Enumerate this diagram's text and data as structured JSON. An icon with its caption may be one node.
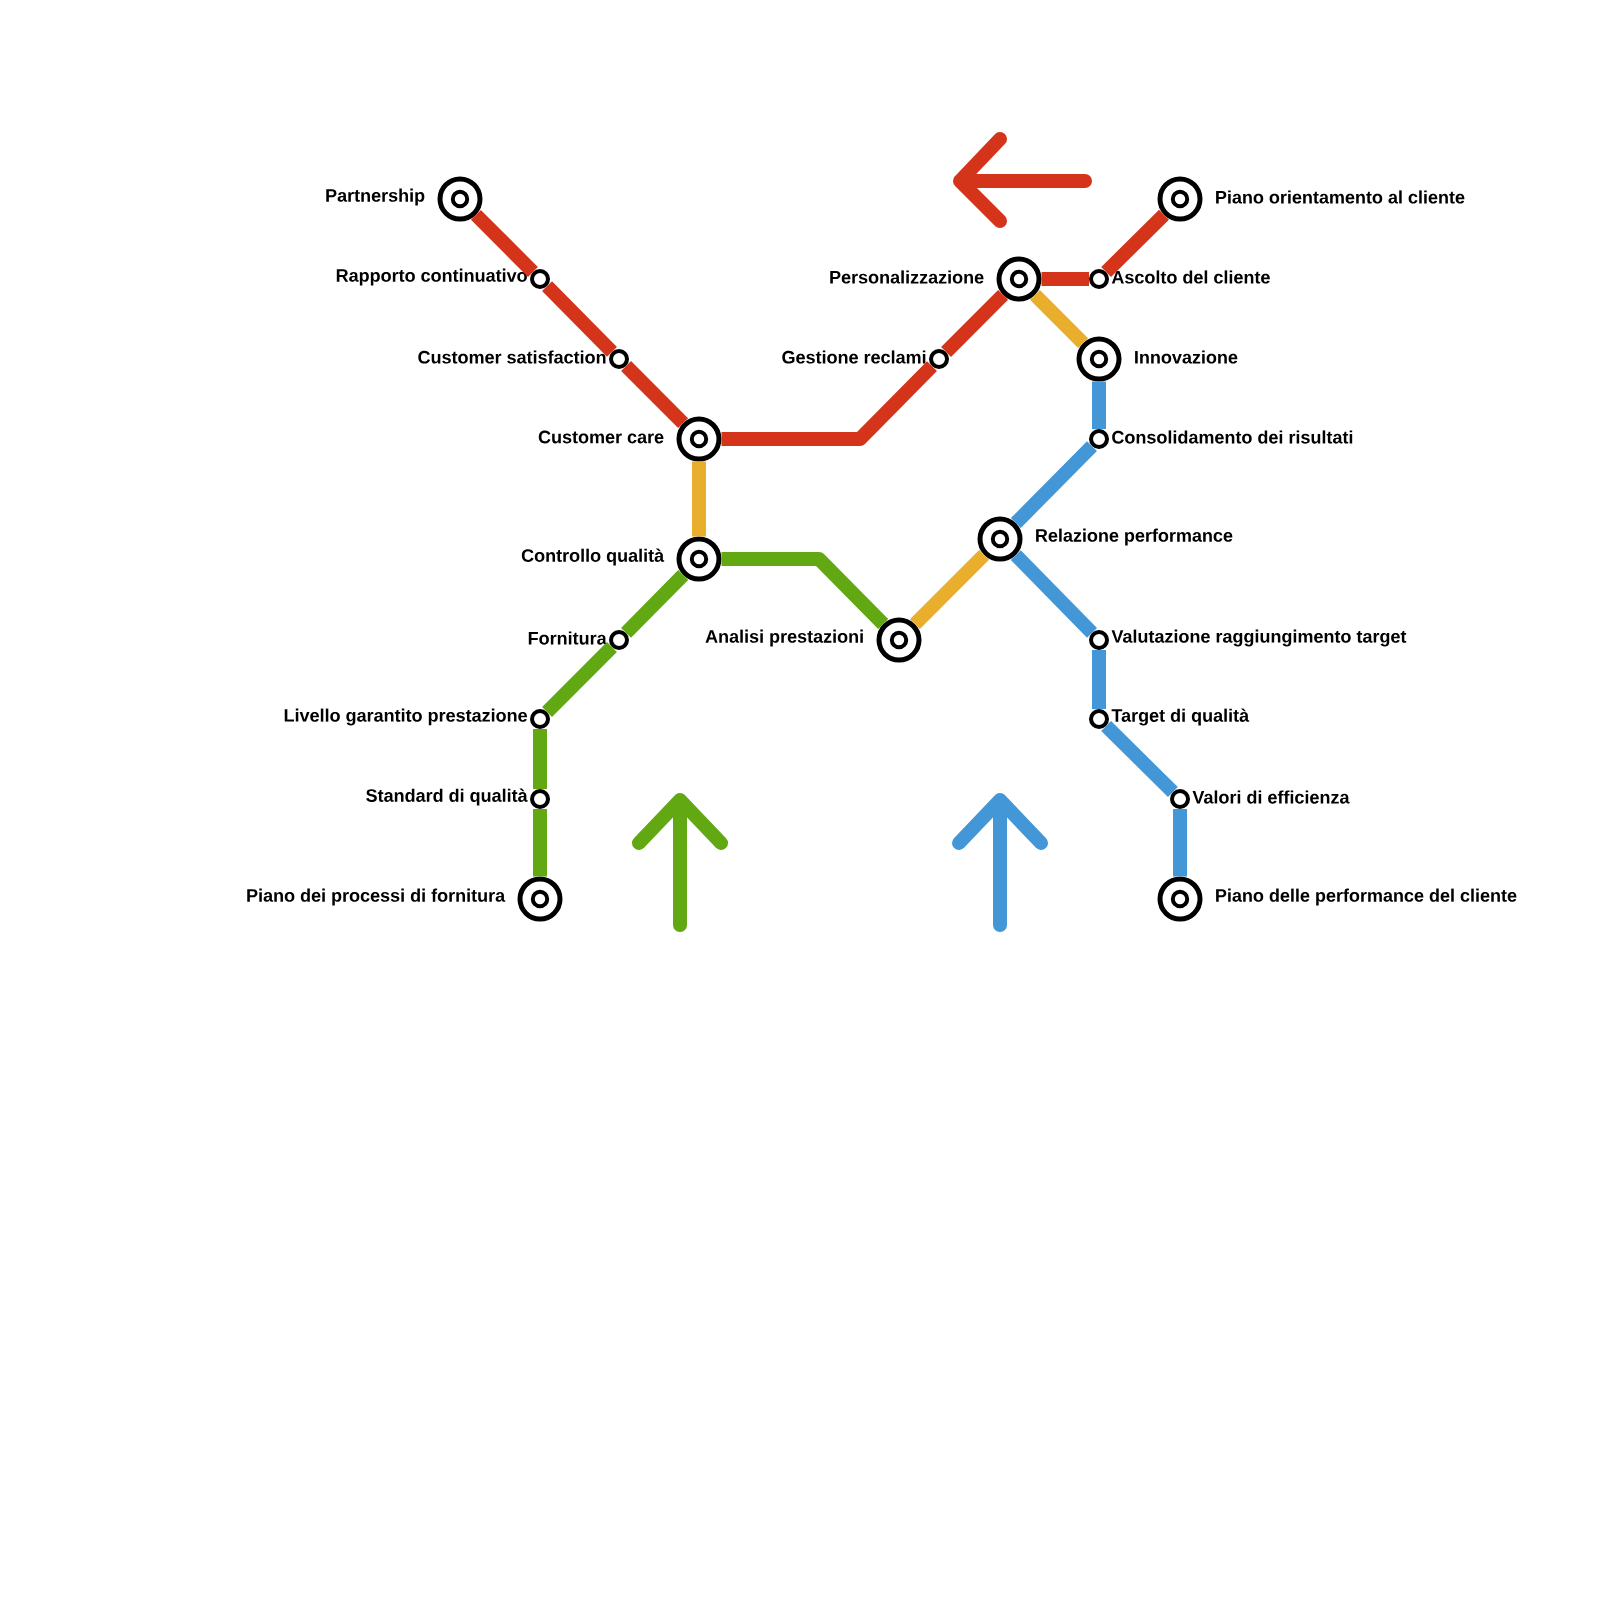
{
  "diagram": {
    "nodes": [
      {
        "text": [
          "Partnership"
        ]
      },
      {
        "text": [
          "Rapporto continuativo"
        ]
      },
      {
        "text": [
          "Customer satisfaction"
        ]
      },
      {
        "text": [
          "Customer care"
        ]
      },
      {
        "text": [
          "Controllo qualità"
        ]
      },
      {
        "text": [
          "Fornitura"
        ]
      },
      {
        "text": [
          "Livello garantito prestazione"
        ]
      },
      {
        "text": [
          "Standard di qualità"
        ]
      },
      {
        "text": [
          "Piano dei processi di fornitura"
        ]
      },
      {
        "text": [
          "Analisi prestazioni"
        ]
      },
      {
        "text": [
          "Relazione performance"
        ]
      },
      {
        "text": [
          "Gestione reclami"
        ]
      },
      {
        "text": [
          "Personalizzazione"
        ]
      },
      {
        "text": [
          "Ascolto del cliente"
        ]
      },
      {
        "text": [
          "Piano orientamento al cliente"
        ]
      },
      {
        "text": [
          "Innovazione"
        ]
      },
      {
        "text": [
          "Consolidamento dei risultati"
        ]
      },
      {
        "text": [
          "Valutazione raggiungimento target"
        ]
      },
      {
        "text": [
          "Target di qualità"
        ]
      },
      {
        "text": [
          "Valori di efficienza"
        ]
      },
      {
        "text": [
          "Piano delle performance del cliente"
        ]
      }
    ],
    "edges": [
      {
        "from": 0,
        "to": 1,
        "arrow": "none"
      },
      {
        "from": 1,
        "to": 2,
        "arrow": "none"
      },
      {
        "from": 2,
        "to": 3,
        "arrow": "none"
      },
      {
        "from": 3,
        "to": 11,
        "arrow": "none"
      },
      {
        "from": 11,
        "to": 12,
        "arrow": "none"
      },
      {
        "from": 12,
        "to": 13,
        "arrow": "none"
      },
      {
        "from": 13,
        "to": 14,
        "arrow": "none"
      },
      {
        "from": 3,
        "to": 4,
        "arrow": "none",
        "color": "#e8ae2c"
      },
      {
        "from": 9,
        "to": 10,
        "arrow": "none",
        "color": "#e8ae2c"
      },
      {
        "from": 12,
        "to": 15,
        "arrow": "none",
        "color": "#e8ae2c"
      },
      {
        "from": 4,
        "to": 5,
        "arrow": "none",
        "color": "#62a813"
      },
      {
        "from": 5,
        "to": 6,
        "arrow": "none",
        "color": "#62a813"
      },
      {
        "from": 6,
        "to": 7,
        "arrow": "none",
        "color": "#62a813"
      },
      {
        "from": 7,
        "to": 8,
        "arrow": "none",
        "color": "#62a813"
      },
      {
        "from": 4,
        "to": 9,
        "arrow": "none",
        "color": "#62a813"
      },
      {
        "from": 15,
        "to": 16,
        "arrow": "none",
        "color": "#4497d6"
      },
      {
        "from": 16,
        "to": 10,
        "arrow": "none",
        "color": "#4497d6"
      },
      {
        "from": 10,
        "to": 17,
        "arrow": "none",
        "color": "#4497d6"
      },
      {
        "from": 17,
        "to": 18,
        "arrow": "none",
        "color": "#4497d6"
      },
      {
        "from": 18,
        "to": 19,
        "arrow": "none",
        "color": "#4497d6"
      },
      {
        "from": 19,
        "to": 20,
        "arrow": "none",
        "color": "#4497d6"
      }
    ]
  }
}
